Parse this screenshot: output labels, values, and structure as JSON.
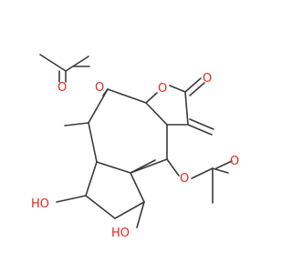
{
  "molecule": {
    "atom_labels": {
      "ester_o_top": "O",
      "carbonyl_o_top": "O",
      "ring_o": "O",
      "lactone_carbonyl_o": "O",
      "ester_o_bottom": "O",
      "carbonyl_o_bottom": "O",
      "hydroxyl_left": "HO",
      "hydroxyl_bottom": "HO"
    },
    "colors": {
      "bond": "#3a3a3a",
      "oxygen": "#e8251c",
      "background": "#ffffff"
    }
  }
}
